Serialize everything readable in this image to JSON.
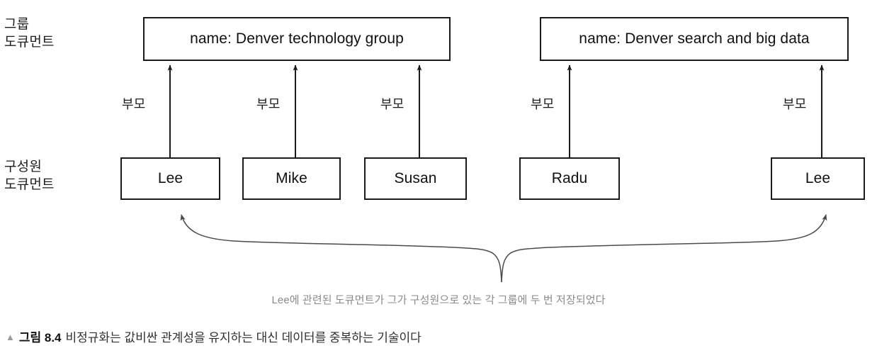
{
  "figure": {
    "row_labels": [
      {
        "id": "group-doc",
        "text": "그룹\n도큐먼트"
      },
      {
        "id": "member-doc",
        "text": "구성원\n도큐먼트"
      }
    ],
    "group_documents": [
      {
        "label": "name: Denver technology group"
      },
      {
        "label": "name: Denver search and big data"
      }
    ],
    "member_documents": [
      {
        "label": "Lee"
      },
      {
        "label": "Mike"
      },
      {
        "label": "Susan"
      },
      {
        "label": "Radu"
      },
      {
        "label": "Lee"
      }
    ],
    "edges": [
      {
        "label": "부모",
        "from": "Lee",
        "to": "Denver technology group"
      },
      {
        "label": "부모",
        "from": "Mike",
        "to": "Denver technology group"
      },
      {
        "label": "부모",
        "from": "Susan",
        "to": "Denver technology group"
      },
      {
        "label": "부모",
        "from": "Radu",
        "to": "Denver search and big data"
      },
      {
        "label": "부모",
        "from": "Lee",
        "to": "Denver search and big data"
      }
    ],
    "annotation": "Lee에 관련된 도큐먼트가 그가 구성원으로 있는 각 그룹에 두 번 저장되었다",
    "caption": {
      "marker": "▲",
      "figure_number": "그림 8.4",
      "text": "비정규화는 값비싼 관계성을 유지하는 대신 데이터를 중복하는 기술이다"
    },
    "colors": {
      "stroke": "#1a1a1a",
      "text": "#101010",
      "annotation_text": "#8a8a8a",
      "caption_text": "#2f2f2f",
      "background": "#ffffff"
    }
  }
}
